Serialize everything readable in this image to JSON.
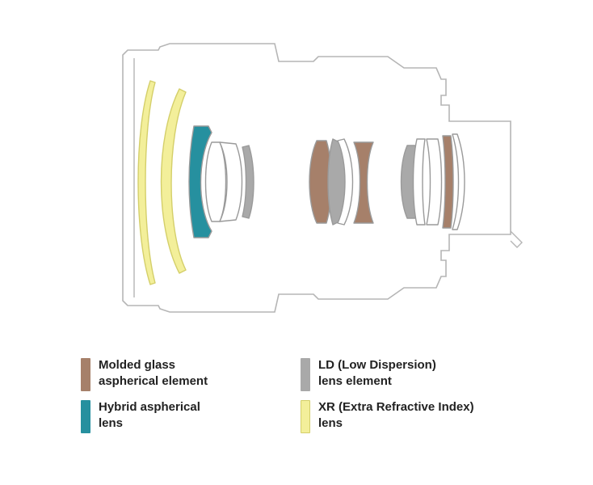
{
  "colors": {
    "outline": "#b5b5b5",
    "lens_outline": "#9a9a9a",
    "molded_glass": "#a6806a",
    "hybrid": "#26909f",
    "ld": "#a9a9a9",
    "xr": "#f3ef9a",
    "xr_border": "#d4cf6a",
    "clear": "#ffffff"
  },
  "legend": [
    {
      "key": "molded_glass",
      "line1": "Molded glass",
      "line2": "aspherical element"
    },
    {
      "key": "ld",
      "line1": "LD (Low Dispersion)",
      "line2": "lens element"
    },
    {
      "key": "hybrid",
      "line1": "Hybrid aspherical",
      "line2": "lens"
    },
    {
      "key": "xr",
      "line1": "XR (Extra Refractive Index)",
      "line2": "lens"
    }
  ]
}
